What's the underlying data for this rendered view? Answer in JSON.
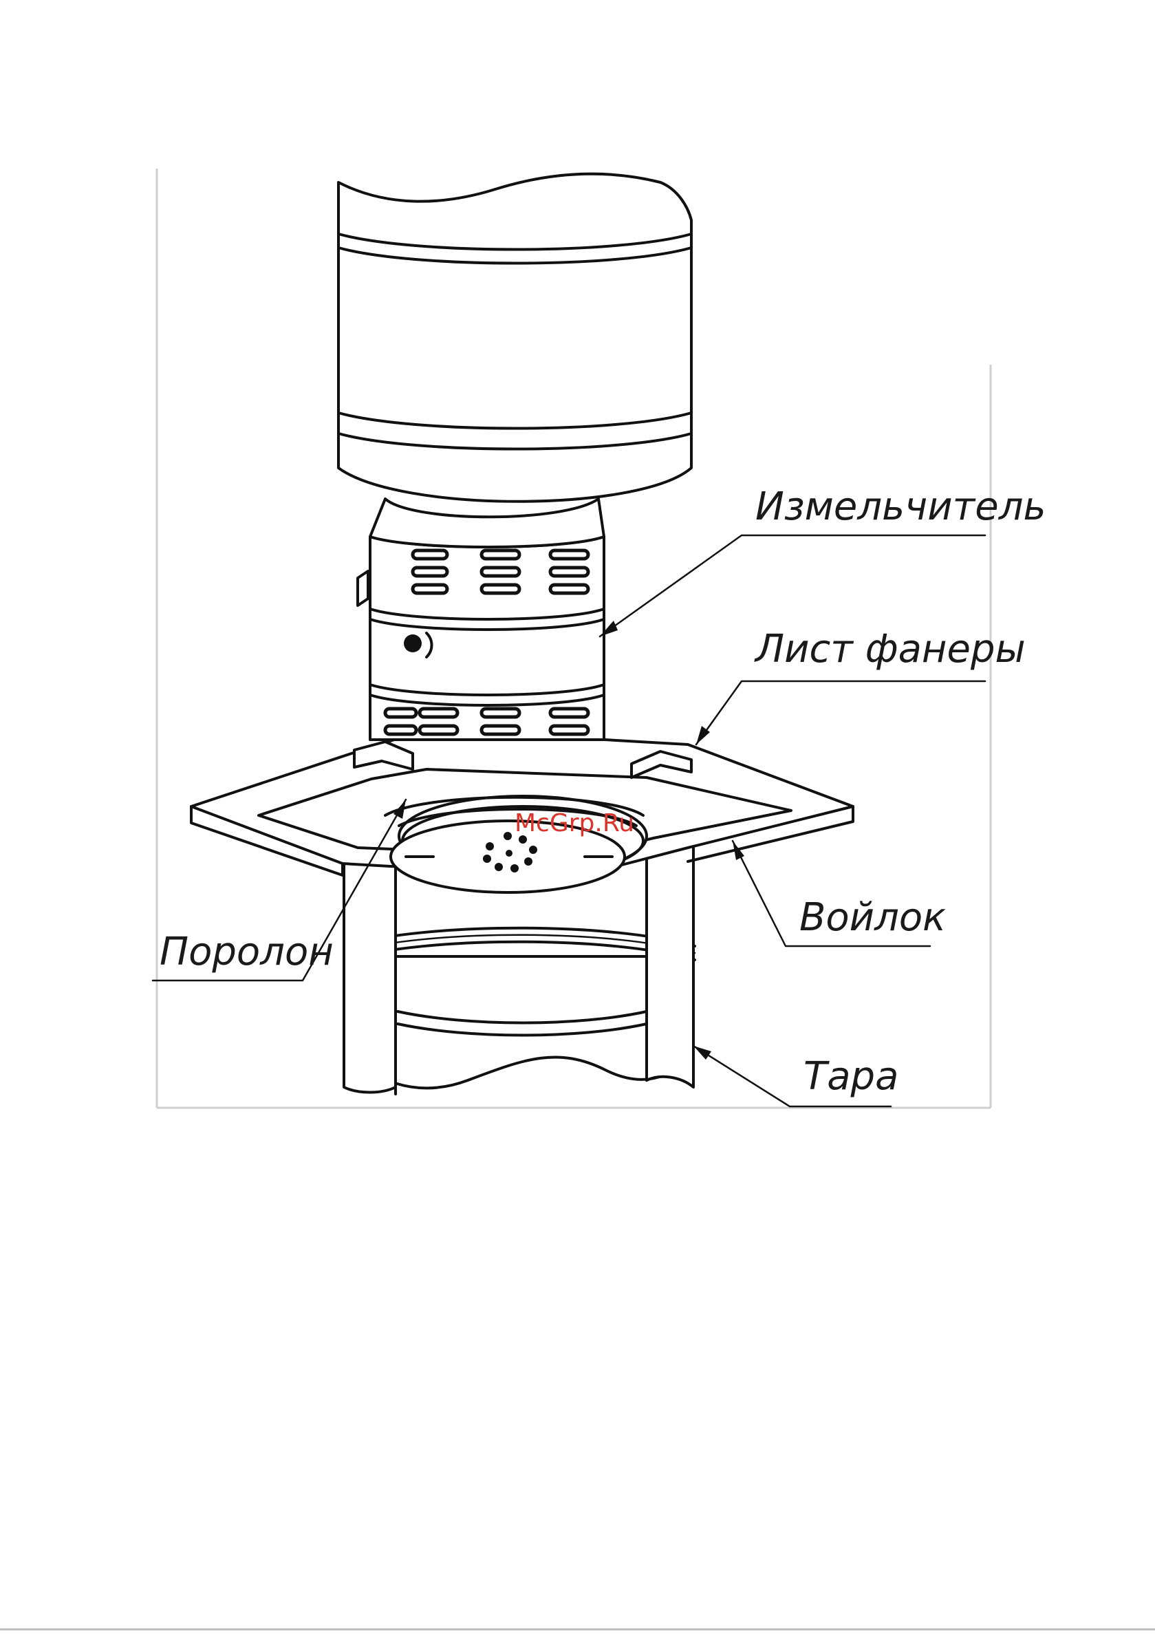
{
  "figure": {
    "labels": {
      "grinder": "Измельчитель",
      "plywood_sheet": "Лист фанеры",
      "foam_rubber": "Поролон",
      "felt": "Войлок",
      "container": "Тара"
    },
    "watermark": "McGrp.Ru",
    "colors": {
      "line": "#111111",
      "background": "#ffffff",
      "watermark": "#d9352b"
    }
  }
}
